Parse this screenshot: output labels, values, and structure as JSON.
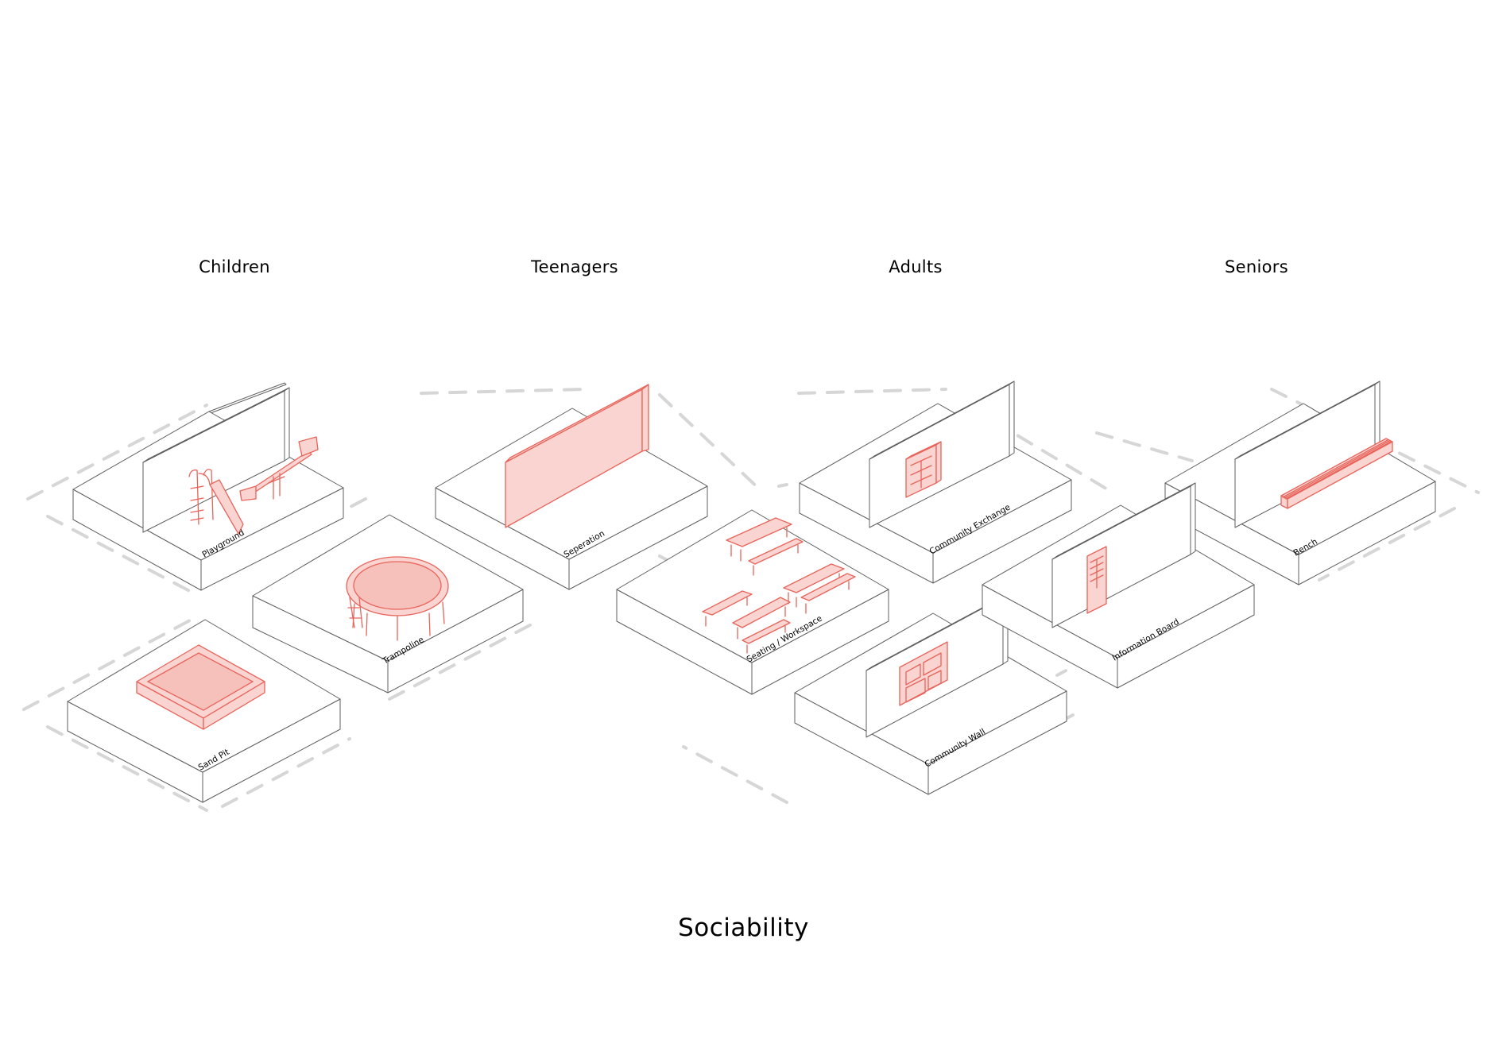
{
  "title": "Sociability",
  "groups": [
    {
      "name": "Children",
      "items": [
        "Playground",
        "Trampoline",
        "Sand Pit"
      ]
    },
    {
      "name": "Teenagers",
      "items": [
        "Seperation",
        "Seating / Workspace"
      ]
    },
    {
      "name": "Adults",
      "items": [
        "Community Exchange",
        "Community Wall"
      ]
    },
    {
      "name": "Seniors",
      "items": [
        "Bench",
        "Information Board"
      ]
    }
  ],
  "colors": {
    "accent_fill": "#f9d4d0",
    "accent_stroke": "#e8645b",
    "outline": "#5f5f5f",
    "dash": "#d6d6d6"
  }
}
